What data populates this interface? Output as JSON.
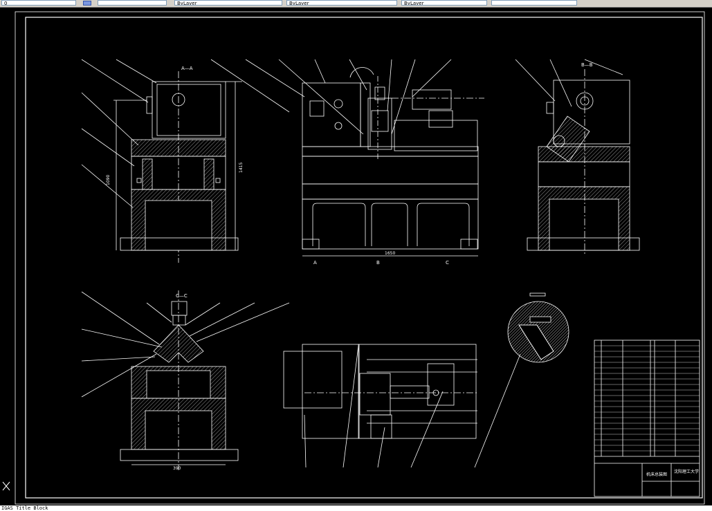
{
  "toolbar": {
    "field1": "0",
    "field2": "",
    "field3": "ByLayer",
    "field4": "ByLayer",
    "field5": "ByLayer",
    "field6": ""
  },
  "drawing": {
    "views": {
      "front_section_title": "A—A",
      "side_section_title": "B—B",
      "bottom_section_title": "C—C",
      "section_markers": [
        "A",
        "B",
        "C"
      ]
    },
    "dimensions": {
      "front_height_1": "1090",
      "front_height_2": "1415",
      "main_width": "1650",
      "bottom_width": "390"
    },
    "title_block": {
      "drawing_name": "机床总装图",
      "school": "沈阳理工大学"
    }
  },
  "command_line": "IGAS Title Block"
}
